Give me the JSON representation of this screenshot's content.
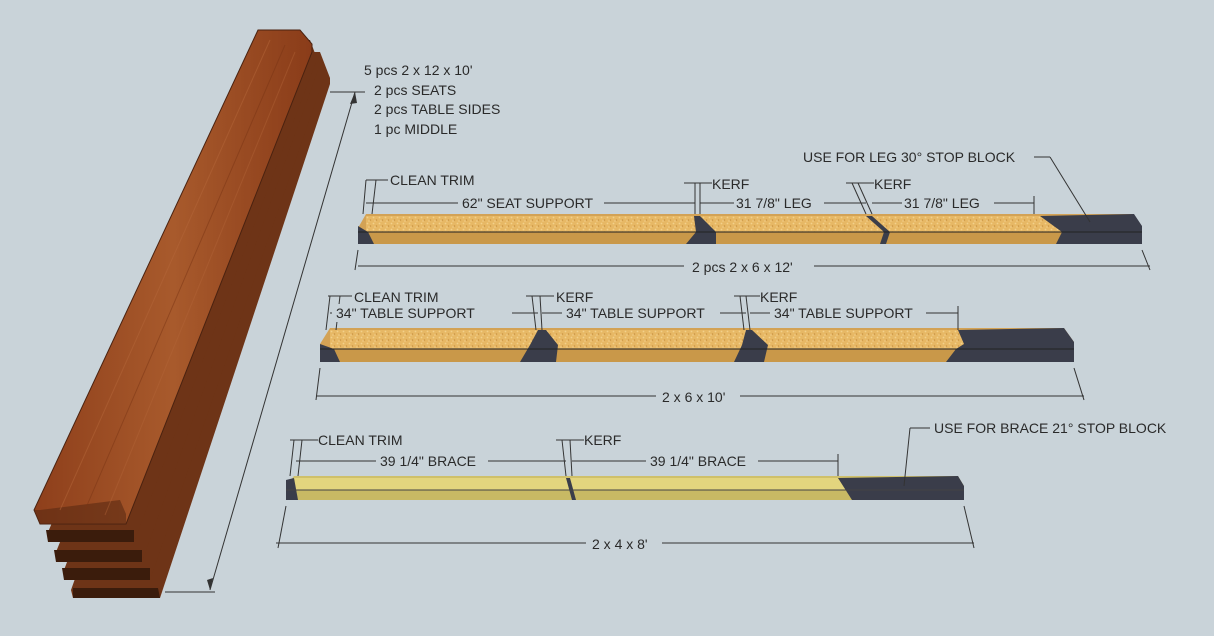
{
  "colors": {
    "background": "#c9d3d9",
    "plank_face": "#9a4a22",
    "plank_edge": "#6e3417",
    "plank_dark": "#3b1c0c",
    "board_face": "#e9b867",
    "board_edge": "#c48d3c",
    "brace_face": "#ddd07a",
    "waste": "#3a3d4a",
    "waste_top": "#4c5060",
    "line": "#333333"
  },
  "stock_pile": {
    "lines": [
      "5 pcs  2 x 12 x 10'",
      "2 pcs SEATS",
      "2 pcs TABLE SIDES",
      "1 pc MIDDLE"
    ]
  },
  "board1": {
    "total_label": "2 pcs  2 x 6 x 12'",
    "clean_trim": "CLEAN TRIM",
    "kerf_1": "KERF",
    "kerf_2": "KERF",
    "piece_1": "62\" SEAT SUPPORT",
    "piece_2": "31 7/8\" LEG",
    "piece_3": "31 7/8\" LEG",
    "note": "USE FOR LEG 30° STOP BLOCK"
  },
  "board2": {
    "total_label": "2 x 6 x 10'",
    "clean_trim": "CLEAN TRIM",
    "kerf_1": "KERF",
    "kerf_2": "KERF",
    "piece_1": "34\" TABLE SUPPORT",
    "piece_2": "34\" TABLE SUPPORT",
    "piece_3": "34\" TABLE SUPPORT"
  },
  "board3": {
    "total_label": "2 x 4 x 8'",
    "clean_trim": "CLEAN TRIM",
    "kerf_1": "KERF",
    "piece_1": "39 1/4\" BRACE",
    "piece_2": "39 1/4\" BRACE",
    "note": "USE FOR BRACE 21° STOP BLOCK"
  }
}
